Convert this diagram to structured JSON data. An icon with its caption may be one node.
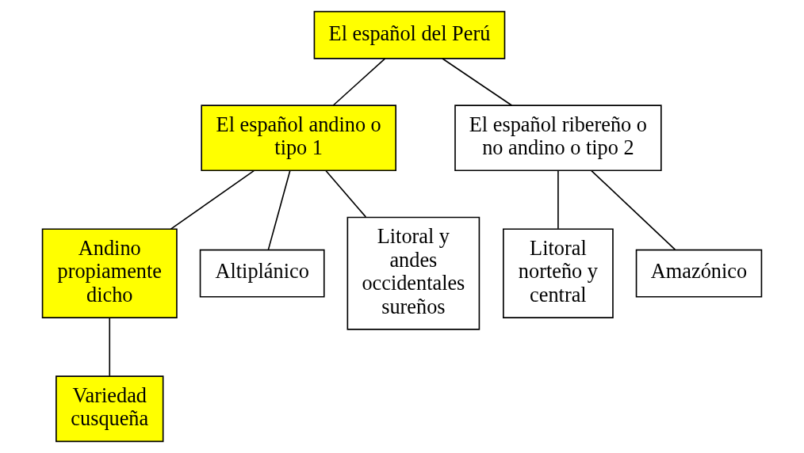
{
  "diagram": {
    "nodes": [
      {
        "text": [
          "El español del Perú"
        ]
      },
      {
        "text": [
          "El español andino o tipo 1"
        ]
      },
      {
        "text": [
          "El español ribereño o no andino o tipo 2"
        ]
      },
      {
        "text": [
          "Andino propiamente dicho"
        ]
      },
      {
        "text": [
          "Altiplánico"
        ]
      },
      {
        "text": [
          "Litoral y andes occidentales sureños"
        ]
      },
      {
        "text": [
          "Litoral norteño y central"
        ]
      },
      {
        "text": [
          "Amazónico"
        ]
      },
      {
        "text": [
          "Variedad cusqueña"
        ]
      }
    ],
    "edges": [
      {
        "from": 0,
        "to": 1,
        "arrow": "none"
      },
      {
        "from": 0,
        "to": 2,
        "arrow": "none"
      },
      {
        "from": 1,
        "to": 3,
        "arrow": "none"
      },
      {
        "from": 1,
        "to": 4,
        "arrow": "none"
      },
      {
        "from": 1,
        "to": 5,
        "arrow": "none"
      },
      {
        "from": 2,
        "to": 6,
        "arrow": "none"
      },
      {
        "from": 2,
        "to": 7,
        "arrow": "none"
      },
      {
        "from": 3,
        "to": 8,
        "arrow": "none"
      }
    ]
  }
}
